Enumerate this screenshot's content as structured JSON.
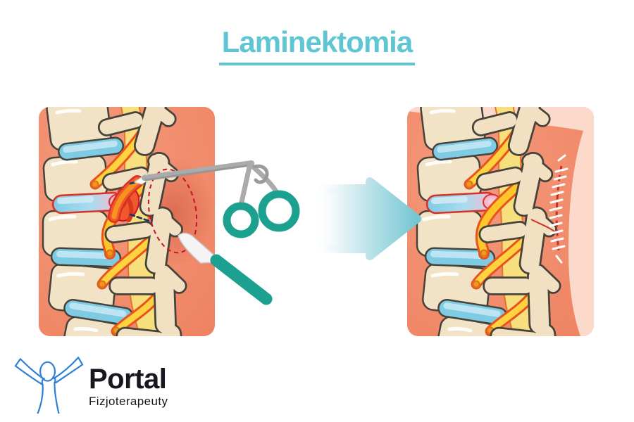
{
  "title": "Laminektomia",
  "logo": {
    "name": "Portal",
    "subtitle": "Fizjoterapeuty"
  },
  "icons": {
    "arrow": "result-arrow-right",
    "instruments": [
      "rongeur-forceps",
      "scalpel"
    ],
    "logo_mark": "person-raised-arms"
  },
  "colors": {
    "title_accent": "#5EC6D2",
    "panel_background": "#EF8263",
    "skin_highlight": "#FBD9CB",
    "bone": "#F2E3C6",
    "disc_blue": "#7FCBE4",
    "nerve_yellow": "#FFD23F",
    "nerve_outline": "#E8521F",
    "inflammation_red": "#F1582B",
    "marking_red": "#C8102E",
    "marking_navy": "#1F3864",
    "instrument_teal": "#1CA191",
    "instrument_gray": "#ABABAB",
    "arrow_teal": "#74C6D3",
    "suture_red": "#C43425",
    "logo_blue": "#2E7FD9",
    "logo_text": "#17171F"
  }
}
